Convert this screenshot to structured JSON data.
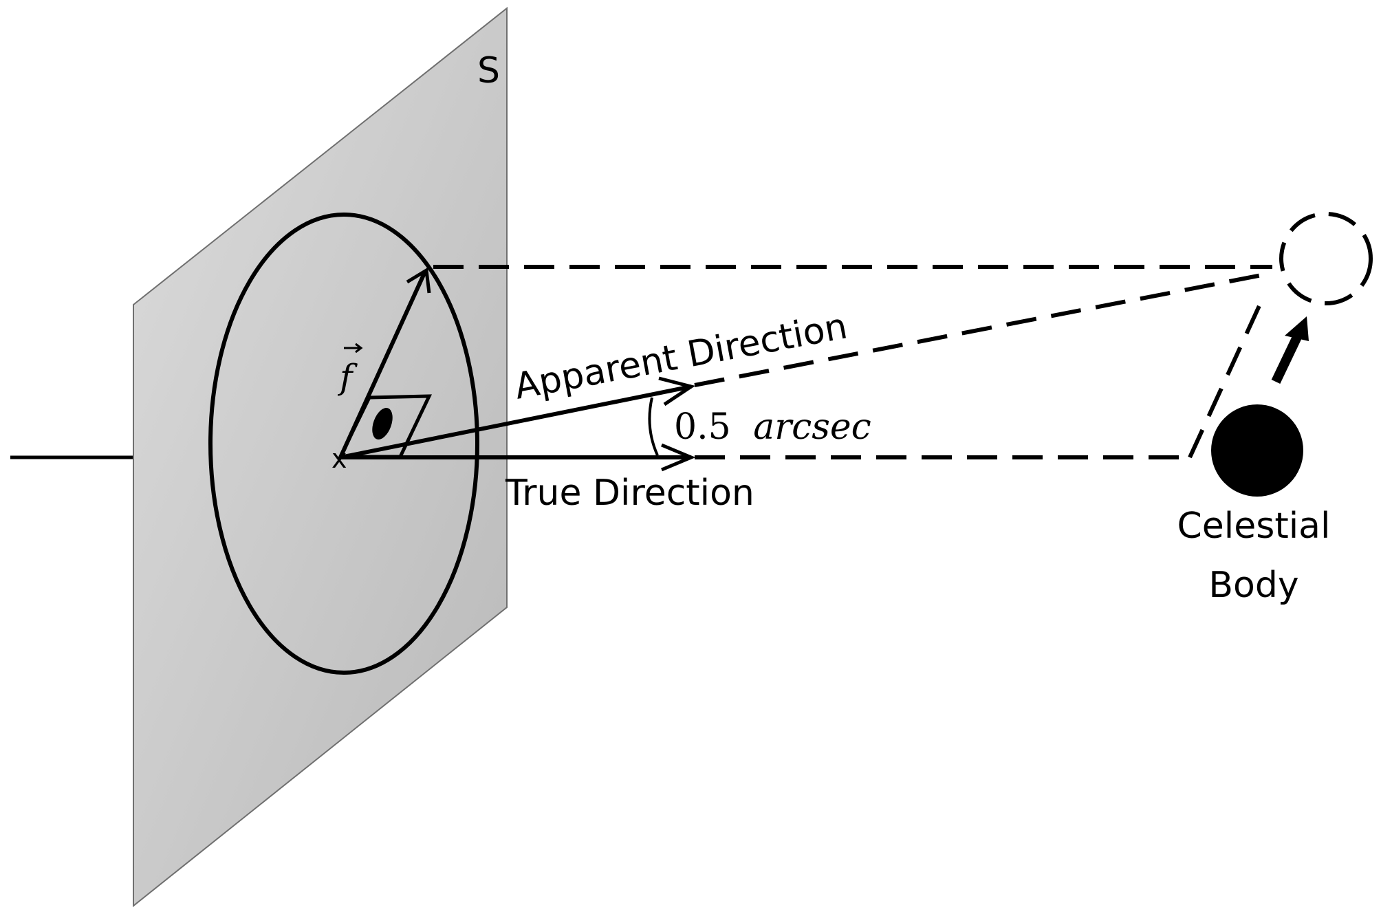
{
  "diagram": {
    "plane_label": "S",
    "vector_label": "f",
    "origin_marker": "x",
    "apparent_direction_label": "Apparent Direction",
    "true_direction_label": "True Direction",
    "angle_value": "0.5",
    "angle_unit": "arcsec",
    "body_label_line1": "Celestial",
    "body_label_line2": "Body",
    "colors": {
      "plane_fill_light": "#d8d8d8",
      "plane_fill_dark": "#bdbdbd",
      "stroke": "#000000",
      "body": "#000000"
    }
  }
}
